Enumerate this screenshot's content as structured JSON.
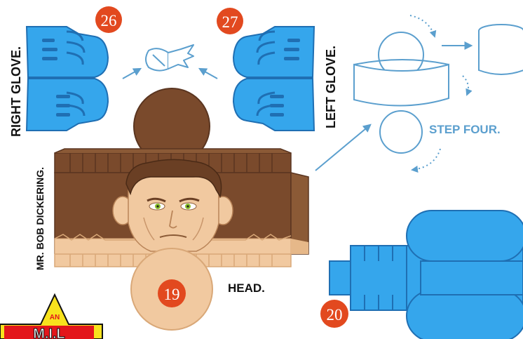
{
  "labels": {
    "right_glove": "RIGHT GLOVE.",
    "left_glove": "LEFT GLOVE.",
    "step": "STEP FOUR.",
    "character": "MR. BOB DICKERING.",
    "head": "HEAD.",
    "corner_small": "AN",
    "corner_big": "M.I.L"
  },
  "piece_numbers": {
    "right_glove": "26",
    "left_glove": "27",
    "head": "19",
    "body": "20"
  },
  "colors": {
    "glove_blue": "#35a6ec",
    "glove_dark": "#1f6fb3",
    "badge_red": "#e2491f",
    "diagram_blue": "#5b9fce",
    "hair_brown": "#7a4a2c",
    "hair_dark": "#5a3520",
    "skin": "#f1c9a0",
    "skin_dark": "#d9a878",
    "logo_yellow": "#f8e21d",
    "logo_red": "#e3161b"
  }
}
